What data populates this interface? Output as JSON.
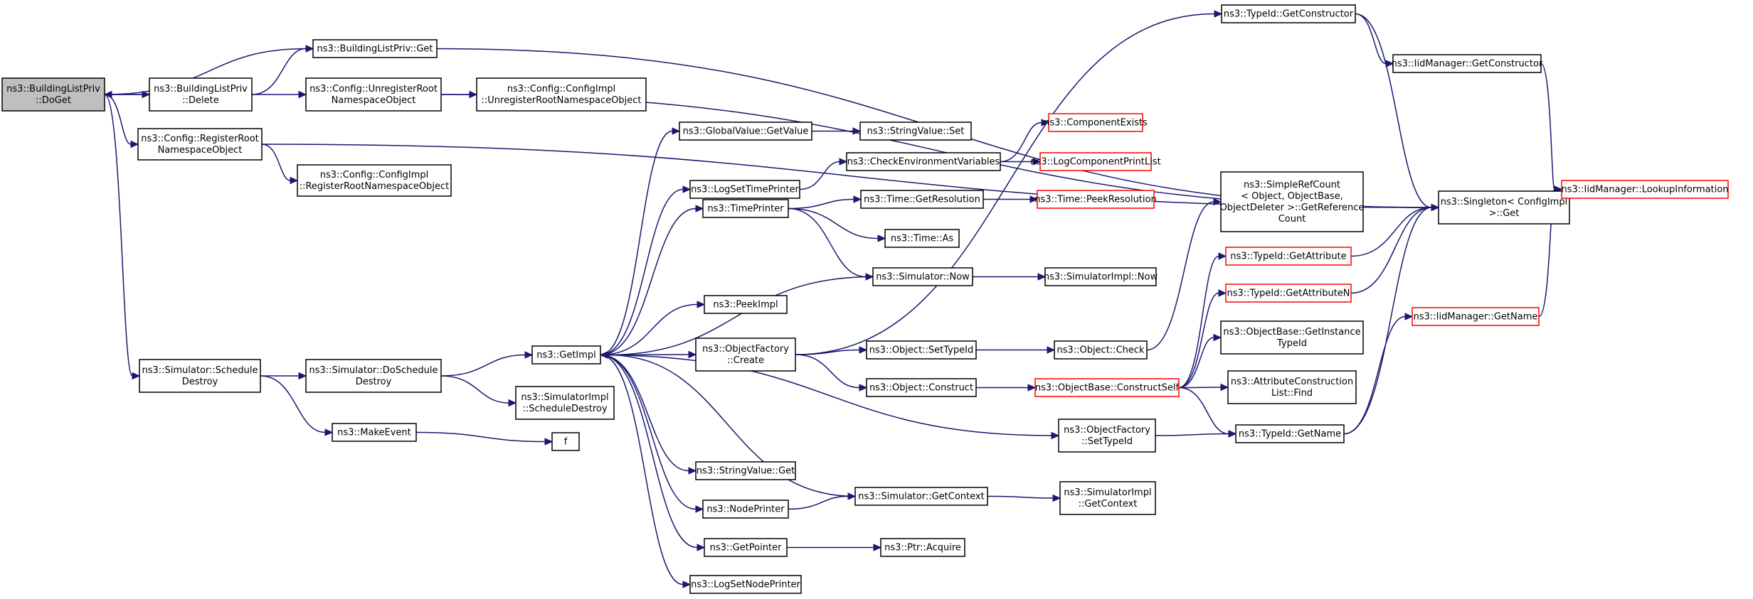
{
  "colors": {
    "edge": "#191970",
    "node_border": "#000000",
    "truncated_border": "#ff0000",
    "root_fill": "#bfbfbf"
  },
  "nodes": [
    {
      "id": "root",
      "lines": [
        "ns3::BuildingListPriv",
        "::DoGet"
      ],
      "style": "root"
    },
    {
      "id": "blp_get",
      "lines": [
        "ns3::BuildingListPriv::Get"
      ],
      "style": "normal"
    },
    {
      "id": "blp_delete",
      "lines": [
        "ns3::BuildingListPriv",
        "::Delete"
      ],
      "style": "normal"
    },
    {
      "id": "cfg_unreg",
      "lines": [
        "ns3::Config::UnregisterRoot",
        "NamespaceObject"
      ],
      "style": "normal"
    },
    {
      "id": "cfgimpl_unreg",
      "lines": [
        "ns3::Config::ConfigImpl",
        "::UnregisterRootNamespaceObject"
      ],
      "style": "normal"
    },
    {
      "id": "cfg_reg",
      "lines": [
        "ns3::Config::RegisterRoot",
        "NamespaceObject"
      ],
      "style": "normal"
    },
    {
      "id": "cfgimpl_reg",
      "lines": [
        "ns3::Config::ConfigImpl",
        "::RegisterRootNamespaceObject"
      ],
      "style": "normal"
    },
    {
      "id": "sim_sched",
      "lines": [
        "ns3::Simulator::Schedule",
        "Destroy"
      ],
      "style": "normal"
    },
    {
      "id": "sim_dosched",
      "lines": [
        "ns3::Simulator::DoSchedule",
        "Destroy"
      ],
      "style": "normal"
    },
    {
      "id": "makeevent",
      "lines": [
        "ns3::MakeEvent"
      ],
      "style": "normal"
    },
    {
      "id": "f",
      "lines": [
        "f"
      ],
      "style": "normal"
    },
    {
      "id": "getimpl",
      "lines": [
        "ns3::GetImpl"
      ],
      "style": "normal"
    },
    {
      "id": "simimpl_sched",
      "lines": [
        "ns3::SimulatorImpl",
        "::ScheduleDestroy"
      ],
      "style": "normal"
    },
    {
      "id": "gv_getvalue",
      "lines": [
        "ns3::GlobalValue::GetValue"
      ],
      "style": "normal"
    },
    {
      "id": "strval_set",
      "lines": [
        "ns3::StringValue::Set"
      ],
      "style": "normal"
    },
    {
      "id": "logsettimeprinter",
      "lines": [
        "ns3::LogSetTimePrinter"
      ],
      "style": "normal"
    },
    {
      "id": "checkenv",
      "lines": [
        "ns3::CheckEnvironmentVariables"
      ],
      "style": "normal"
    },
    {
      "id": "compexists",
      "lines": [
        "ns3::ComponentExists"
      ],
      "style": "red"
    },
    {
      "id": "logcompprint",
      "lines": [
        "ns3::LogComponentPrintList"
      ],
      "style": "red"
    },
    {
      "id": "timeprinter",
      "lines": [
        "ns3::TimePrinter"
      ],
      "style": "normal"
    },
    {
      "id": "time_getres",
      "lines": [
        "ns3::Time::GetResolution"
      ],
      "style": "normal"
    },
    {
      "id": "time_peekres",
      "lines": [
        "ns3::Time::PeekResolution"
      ],
      "style": "red"
    },
    {
      "id": "time_as",
      "lines": [
        "ns3::Time::As"
      ],
      "style": "normal"
    },
    {
      "id": "sim_now",
      "lines": [
        "ns3::Simulator::Now"
      ],
      "style": "normal"
    },
    {
      "id": "simimpl_now",
      "lines": [
        "ns3::SimulatorImpl::Now"
      ],
      "style": "normal"
    },
    {
      "id": "peekimpl",
      "lines": [
        "ns3::PeekImpl"
      ],
      "style": "normal"
    },
    {
      "id": "objfact_create",
      "lines": [
        "ns3::ObjectFactory",
        "::Create"
      ],
      "style": "normal"
    },
    {
      "id": "obj_settypeid",
      "lines": [
        "ns3::Object::SetTypeId"
      ],
      "style": "normal"
    },
    {
      "id": "obj_check",
      "lines": [
        "ns3::Object::Check"
      ],
      "style": "normal"
    },
    {
      "id": "obj_construct",
      "lines": [
        "ns3::Object::Construct"
      ],
      "style": "normal"
    },
    {
      "id": "objbase_constructself",
      "lines": [
        "ns3::ObjectBase::ConstructSelf"
      ],
      "style": "red"
    },
    {
      "id": "simplerefcount",
      "lines": [
        "ns3::SimpleRefCount",
        "< Object, ObjectBase,",
        "ObjectDeleter >::GetReference",
        "Count"
      ],
      "style": "normal"
    },
    {
      "id": "typeid_getattr",
      "lines": [
        "ns3::TypeId::GetAttribute"
      ],
      "style": "red"
    },
    {
      "id": "typeid_getattrn",
      "lines": [
        "ns3::TypeId::GetAttributeN"
      ],
      "style": "red"
    },
    {
      "id": "objbase_getinst",
      "lines": [
        "ns3::ObjectBase::GetInstance",
        "TypeId"
      ],
      "style": "normal"
    },
    {
      "id": "attrconstr_find",
      "lines": [
        "ns3::AttributeConstruction",
        "List::Find"
      ],
      "style": "normal"
    },
    {
      "id": "objfact_settypeid",
      "lines": [
        "ns3::ObjectFactory",
        "::SetTypeId"
      ],
      "style": "normal"
    },
    {
      "id": "typeid_getname",
      "lines": [
        "ns3::TypeId::GetName"
      ],
      "style": "normal"
    },
    {
      "id": "typeid_getconstructor",
      "lines": [
        "ns3::TypeId::GetConstructor"
      ],
      "style": "normal"
    },
    {
      "id": "iidmgr_getconstructor",
      "lines": [
        "ns3::IidManager::GetConstructor"
      ],
      "style": "normal"
    },
    {
      "id": "singleton_get",
      "lines": [
        "ns3::Singleton< ConfigImpl",
        " >::Get"
      ],
      "style": "normal"
    },
    {
      "id": "iidmgr_lookup",
      "lines": [
        "ns3::IidManager::LookupInformation"
      ],
      "style": "red"
    },
    {
      "id": "iidmgr_getname",
      "lines": [
        "ns3::IidManager::GetName"
      ],
      "style": "red"
    },
    {
      "id": "strval_get",
      "lines": [
        "ns3::StringValue::Get"
      ],
      "style": "normal"
    },
    {
      "id": "nodeprinter",
      "lines": [
        "ns3::NodePrinter"
      ],
      "style": "normal"
    },
    {
      "id": "sim_getcontext",
      "lines": [
        "ns3::Simulator::GetContext"
      ],
      "style": "normal"
    },
    {
      "id": "simimpl_getcontext",
      "lines": [
        "ns3::SimulatorImpl",
        "::GetContext"
      ],
      "style": "normal"
    },
    {
      "id": "getpointer",
      "lines": [
        "ns3::GetPointer"
      ],
      "style": "normal"
    },
    {
      "id": "ptr_acquire",
      "lines": [
        "ns3::Ptr::Acquire"
      ],
      "style": "normal"
    },
    {
      "id": "logsetnodeprinter",
      "lines": [
        "ns3::LogSetNodePrinter"
      ],
      "style": "normal"
    }
  ],
  "edges": [
    [
      "root",
      "blp_get"
    ],
    [
      "root",
      "blp_delete"
    ],
    [
      "root",
      "cfg_reg"
    ],
    [
      "root",
      "sim_sched"
    ],
    [
      "blp_get",
      "singleton_get"
    ],
    [
      "blp_delete",
      "blp_get"
    ],
    [
      "blp_delete",
      "cfg_unreg"
    ],
    [
      "blp_delete",
      "root"
    ],
    [
      "cfg_unreg",
      "cfgimpl_unreg"
    ],
    [
      "cfg_unreg",
      "singleton_get"
    ],
    [
      "cfg_reg",
      "cfgimpl_reg"
    ],
    [
      "cfg_reg",
      "singleton_get"
    ],
    [
      "sim_sched",
      "sim_dosched"
    ],
    [
      "sim_sched",
      "makeevent"
    ],
    [
      "sim_dosched",
      "getimpl"
    ],
    [
      "sim_dosched",
      "simimpl_sched"
    ],
    [
      "makeevent",
      "f"
    ],
    [
      "getimpl",
      "gv_getvalue"
    ],
    [
      "getimpl",
      "logsettimeprinter"
    ],
    [
      "getimpl",
      "timeprinter"
    ],
    [
      "getimpl",
      "peekimpl"
    ],
    [
      "getimpl",
      "objfact_create"
    ],
    [
      "getimpl",
      "objfact_settypeid"
    ],
    [
      "getimpl",
      "strval_get"
    ],
    [
      "getimpl",
      "nodeprinter"
    ],
    [
      "getimpl",
      "getpointer"
    ],
    [
      "getimpl",
      "logsetnodeprinter"
    ],
    [
      "gv_getvalue",
      "strval_set"
    ],
    [
      "logsettimeprinter",
      "checkenv"
    ],
    [
      "checkenv",
      "compexists"
    ],
    [
      "checkenv",
      "logcompprint"
    ],
    [
      "timeprinter",
      "time_getres"
    ],
    [
      "timeprinter",
      "time_as"
    ],
    [
      "timeprinter",
      "sim_now"
    ],
    [
      "time_getres",
      "time_peekres"
    ],
    [
      "sim_now",
      "simimpl_now"
    ],
    [
      "sim_now",
      "getimpl"
    ],
    [
      "objfact_create",
      "typeid_getconstructor"
    ],
    [
      "objfact_create",
      "obj_settypeid"
    ],
    [
      "objfact_create",
      "obj_construct"
    ],
    [
      "obj_settypeid",
      "obj_check"
    ],
    [
      "obj_check",
      "simplerefcount"
    ],
    [
      "obj_construct",
      "objbase_constructself"
    ],
    [
      "objbase_constructself",
      "typeid_getattr"
    ],
    [
      "objbase_constructself",
      "typeid_getattrn"
    ],
    [
      "objbase_constructself",
      "objbase_getinst"
    ],
    [
      "objbase_constructself",
      "attrconstr_find"
    ],
    [
      "objbase_constructself",
      "typeid_getname"
    ],
    [
      "objfact_settypeid",
      "typeid_getname"
    ],
    [
      "typeid_getattr",
      "singleton_get"
    ],
    [
      "typeid_getattrn",
      "singleton_get"
    ],
    [
      "typeid_getname",
      "singleton_get"
    ],
    [
      "typeid_getname",
      "iidmgr_getname"
    ],
    [
      "typeid_getconstructor",
      "iidmgr_getconstructor"
    ],
    [
      "typeid_getconstructor",
      "singleton_get"
    ],
    [
      "iidmgr_getconstructor",
      "iidmgr_lookup"
    ],
    [
      "iidmgr_getname",
      "iidmgr_lookup"
    ],
    [
      "nodeprinter",
      "sim_getcontext"
    ],
    [
      "sim_getcontext",
      "simimpl_getcontext"
    ],
    [
      "sim_getcontext",
      "getimpl"
    ],
    [
      "getpointer",
      "ptr_acquire"
    ]
  ]
}
